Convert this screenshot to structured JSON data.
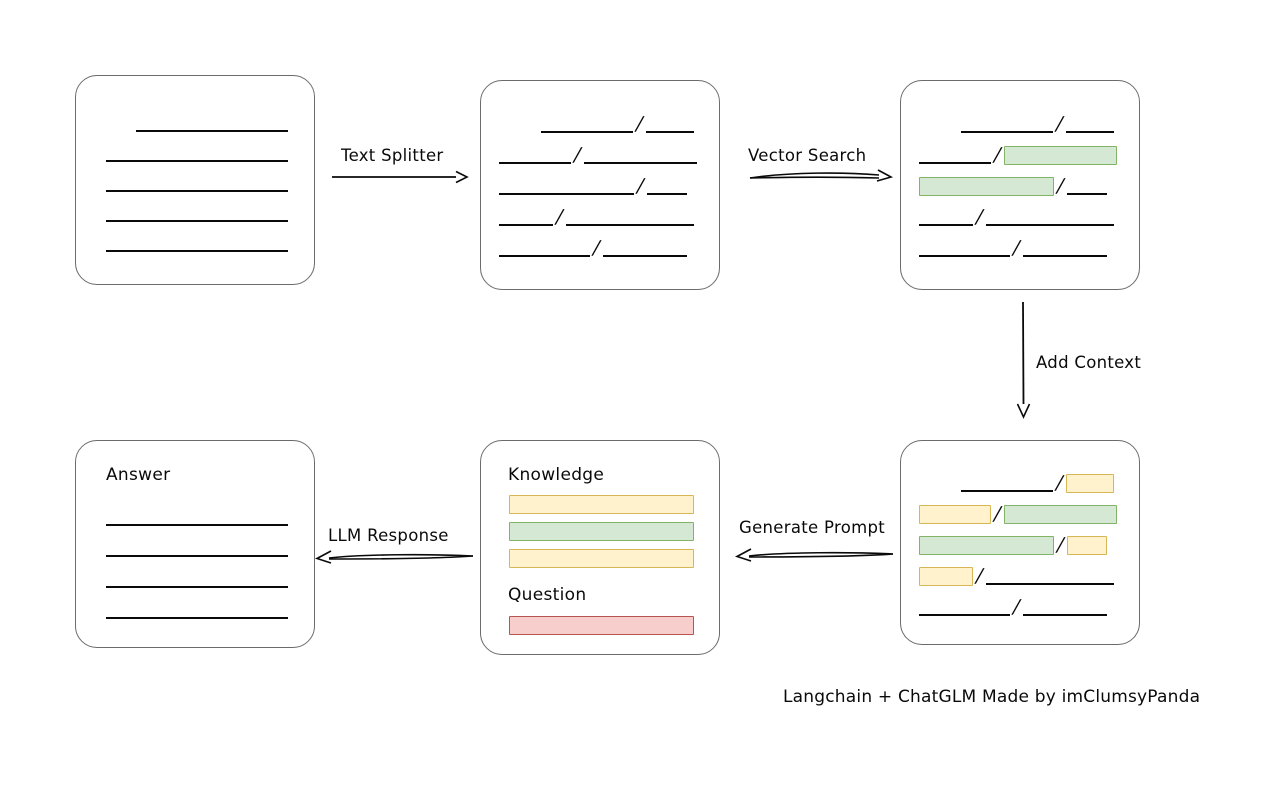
{
  "meta": {
    "credit": "Langchain + ChatGLM Made by imClumsyPanda",
    "colors": {
      "green_fill": "#d5e8d4",
      "green_stroke": "#82b366",
      "yellow_fill": "#fff2cc",
      "yellow_stroke": "#d6b656",
      "red_fill": "#f8cecc",
      "red_stroke": "#b85450",
      "box_stroke": "#6b6b6b",
      "ink": "#0a0a0a"
    }
  },
  "edges": {
    "text_splitter": "Text Splitter",
    "vector_search": "Vector Search",
    "add_context": "Add Context",
    "generate_prompt": "Generate Prompt",
    "llm_response": "LLM Response"
  },
  "boxes": {
    "source_document": {
      "name": "source-document",
      "label": "",
      "lines": [
        [
          {
            "t": "gap",
            "w": 30
          },
          {
            "t": "rule",
            "w": 152
          }
        ],
        [
          {
            "t": "rule",
            "w": 182
          }
        ],
        [
          {
            "t": "rule",
            "w": 182
          }
        ],
        [
          {
            "t": "rule",
            "w": 182
          }
        ],
        [
          {
            "t": "rule",
            "w": 182
          }
        ]
      ]
    },
    "split_chunks": {
      "name": "split-chunks",
      "label": "",
      "lines": [
        [
          {
            "t": "gap",
            "w": 42
          },
          {
            "t": "rule",
            "w": 92
          },
          {
            "t": "slash"
          },
          {
            "t": "rule",
            "w": 48
          }
        ],
        [
          {
            "t": "rule",
            "w": 72
          },
          {
            "t": "slash"
          },
          {
            "t": "rule",
            "w": 113
          }
        ],
        [
          {
            "t": "rule",
            "w": 135
          },
          {
            "t": "slash"
          },
          {
            "t": "rule",
            "w": 40
          }
        ],
        [
          {
            "t": "rule",
            "w": 54
          },
          {
            "t": "slash"
          },
          {
            "t": "rule",
            "w": 128
          }
        ],
        [
          {
            "t": "rule",
            "w": 91
          },
          {
            "t": "slash"
          },
          {
            "t": "rule",
            "w": 84
          }
        ]
      ]
    },
    "matched_chunks": {
      "name": "matched-chunks",
      "label": "",
      "lines": [
        [
          {
            "t": "gap",
            "w": 42
          },
          {
            "t": "rule",
            "w": 92
          },
          {
            "t": "slash"
          },
          {
            "t": "rule",
            "w": 48
          }
        ],
        [
          {
            "t": "rule",
            "w": 72
          },
          {
            "t": "slash"
          },
          {
            "t": "chip",
            "c": "green",
            "w": 113
          }
        ],
        [
          {
            "t": "chip",
            "c": "green",
            "w": 135
          },
          {
            "t": "slash"
          },
          {
            "t": "rule",
            "w": 40
          }
        ],
        [
          {
            "t": "rule",
            "w": 54
          },
          {
            "t": "slash"
          },
          {
            "t": "rule",
            "w": 128
          }
        ],
        [
          {
            "t": "rule",
            "w": 91
          },
          {
            "t": "slash"
          },
          {
            "t": "rule",
            "w": 84
          }
        ]
      ]
    },
    "context_chunks": {
      "name": "context-chunks",
      "label": "",
      "lines": [
        [
          {
            "t": "gap",
            "w": 42
          },
          {
            "t": "rule",
            "w": 92
          },
          {
            "t": "slash"
          },
          {
            "t": "chip",
            "c": "yellow",
            "w": 48
          }
        ],
        [
          {
            "t": "chip",
            "c": "yellow",
            "w": 72
          },
          {
            "t": "slash"
          },
          {
            "t": "chip",
            "c": "green",
            "w": 113
          }
        ],
        [
          {
            "t": "chip",
            "c": "green",
            "w": 135
          },
          {
            "t": "slash"
          },
          {
            "t": "chip",
            "c": "yellow",
            "w": 40
          }
        ],
        [
          {
            "t": "chip",
            "c": "yellow",
            "w": 54
          },
          {
            "t": "slash"
          },
          {
            "t": "rule",
            "w": 128
          }
        ],
        [
          {
            "t": "rule",
            "w": 91
          },
          {
            "t": "slash"
          },
          {
            "t": "rule",
            "w": 84
          }
        ]
      ]
    },
    "prompt": {
      "name": "prompt-box",
      "knowledge_label": "Knowledge",
      "question_label": "Question",
      "knowledge_bars": [
        {
          "c": "yellow",
          "w": 185
        },
        {
          "c": "green",
          "w": 185
        },
        {
          "c": "yellow",
          "w": 185
        }
      ],
      "question_bars": [
        {
          "c": "red",
          "w": 185
        }
      ]
    },
    "answer": {
      "name": "answer-box",
      "label": "Answer",
      "lines": [
        [
          {
            "t": "rule",
            "w": 182
          }
        ],
        [
          {
            "t": "rule",
            "w": 182
          }
        ],
        [
          {
            "t": "rule",
            "w": 182
          }
        ],
        [
          {
            "t": "rule",
            "w": 182
          }
        ]
      ]
    }
  }
}
